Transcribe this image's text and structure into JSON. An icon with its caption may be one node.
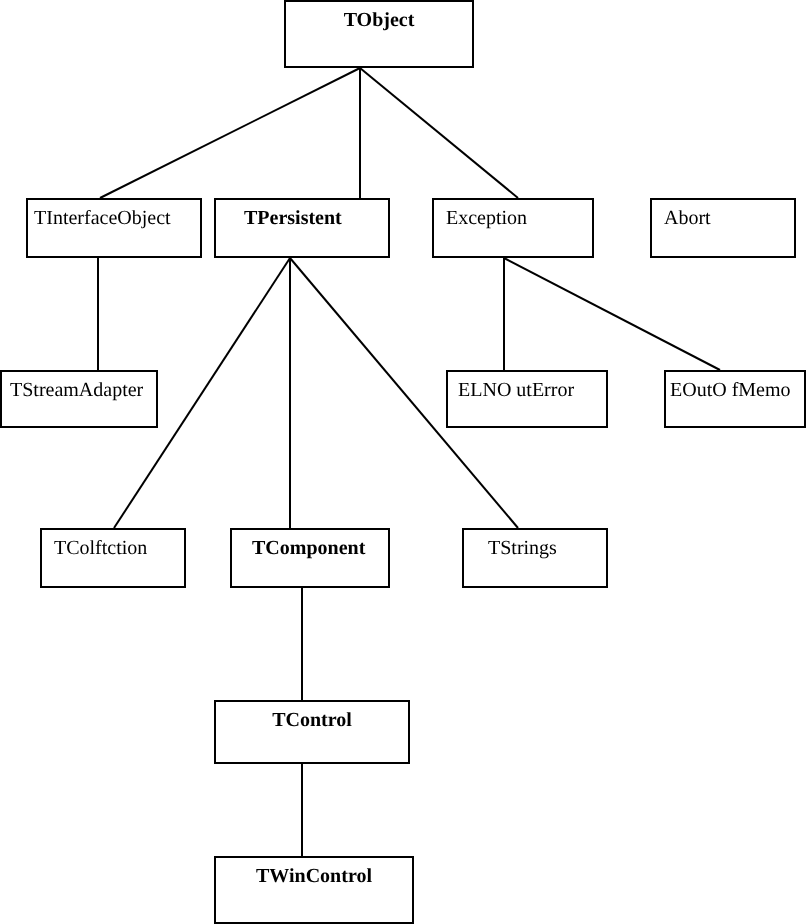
{
  "diagram": {
    "nodes": [
      {
        "text": [
          "TObject"
        ]
      },
      {
        "text": [
          "TInterfaceObject"
        ]
      },
      {
        "text": [
          "TPersistent"
        ]
      },
      {
        "text": [
          "Exception"
        ]
      },
      {
        "text": [
          "Abort"
        ]
      },
      {
        "text": [
          "TStreamAdapter"
        ]
      },
      {
        "text": [
          "ELNO utError"
        ]
      },
      {
        "text": [
          "EOutO fMemo"
        ]
      },
      {
        "text": [
          "TColftction"
        ]
      },
      {
        "text": [
          "TComponent"
        ]
      },
      {
        "text": [
          "TStrings"
        ]
      },
      {
        "text": [
          "TControl"
        ]
      },
      {
        "text": [
          "TWinControl"
        ]
      }
    ],
    "edges": [
      {
        "from": 0,
        "to": 1,
        "arrow": "none"
      },
      {
        "from": 0,
        "to": 2,
        "arrow": "none"
      },
      {
        "from": 0,
        "to": 3,
        "arrow": "none"
      },
      {
        "from": 1,
        "to": 5,
        "arrow": "none"
      },
      {
        "from": 2,
        "to": 8,
        "arrow": "none"
      },
      {
        "from": 2,
        "to": 9,
        "arrow": "none"
      },
      {
        "from": 2,
        "to": 10,
        "arrow": "none"
      },
      {
        "from": 3,
        "to": 6,
        "arrow": "none"
      },
      {
        "from": 3,
        "to": 7,
        "arrow": "none"
      },
      {
        "from": 9,
        "to": 11,
        "arrow": "none"
      },
      {
        "from": 11,
        "to": 12,
        "arrow": "none"
      }
    ]
  }
}
